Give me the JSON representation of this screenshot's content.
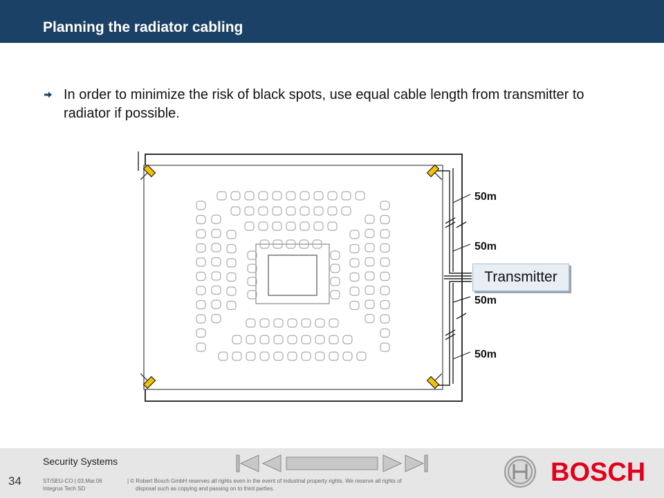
{
  "header": {
    "title": "Planning the radiator cabling"
  },
  "content": {
    "bullet_text": "In order to minimize the risk of black spots, use equal cable length from transmitter to radiator if possible."
  },
  "diagram": {
    "cable_labels": [
      "50m",
      "50m",
      "50m",
      "50m"
    ],
    "transmitter_label": "Transmitter",
    "radiator_color": "#f5c000"
  },
  "footer": {
    "section": "Security Systems",
    "page_number": "34",
    "meta_line1": "ST/SEU-CO | 03.Mar.06",
    "meta_line2": "Integrus Tech SD",
    "copyright_line1": "| © Robert Bosch GmbH reserves all rights even in the event of industrial property rights. We reserve all rights of",
    "copyright_line2": "disposal such as copying and passing on to third parties.",
    "brand": "BOSCH",
    "brand_color": "#e2001a"
  },
  "colors": {
    "header_bg": "#1c4166",
    "footer_bg": "#e6e6e6"
  }
}
